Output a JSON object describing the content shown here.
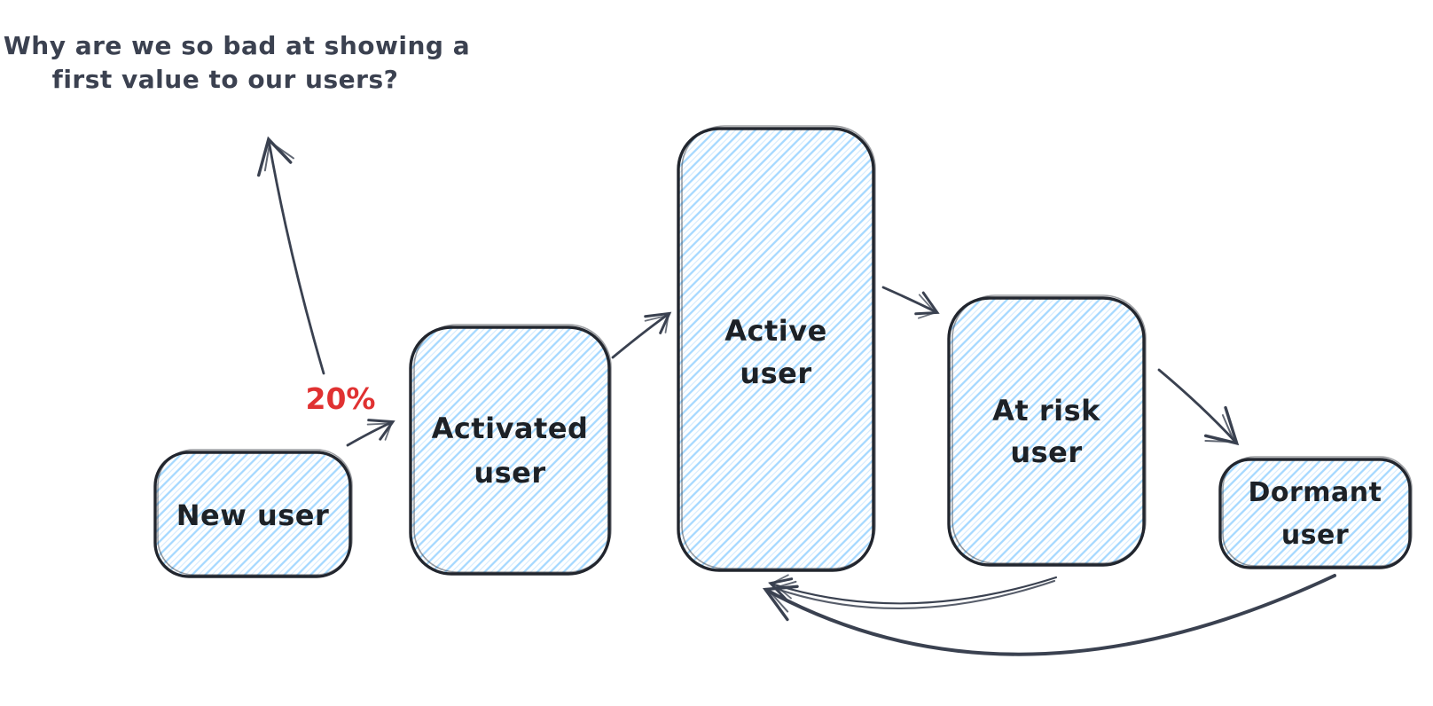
{
  "diagram": {
    "title_annotation": {
      "line1": "Why are we so bad at showing a",
      "line2": "first value to our users?"
    },
    "conversion_rate_label": "20%",
    "stages": [
      {
        "name": "new-user",
        "lines": [
          "New user",
          ""
        ]
      },
      {
        "name": "activated-user",
        "lines": [
          "Activated",
          "user"
        ]
      },
      {
        "name": "active-user",
        "lines": [
          "Active",
          "user"
        ]
      },
      {
        "name": "at-risk-user",
        "lines": [
          "At risk",
          "user"
        ]
      },
      {
        "name": "dormant-user",
        "lines": [
          "Dormant",
          "user"
        ]
      }
    ],
    "flow": [
      "New user -> Activated user",
      "Activated user -> Active user",
      "Active user -> At risk user",
      "At risk user -> Dormant user",
      "At risk user -> Active user (return)",
      "Dormant user -> Active user (return)"
    ],
    "colors": {
      "background": "#ffffff",
      "node_hachure_fill": "#a5d8ff",
      "node_stroke": "#22262e",
      "node_text": "#1d2126",
      "arrow_and_annotation": "#3a4150",
      "rate_label_red": "#e03131"
    }
  }
}
